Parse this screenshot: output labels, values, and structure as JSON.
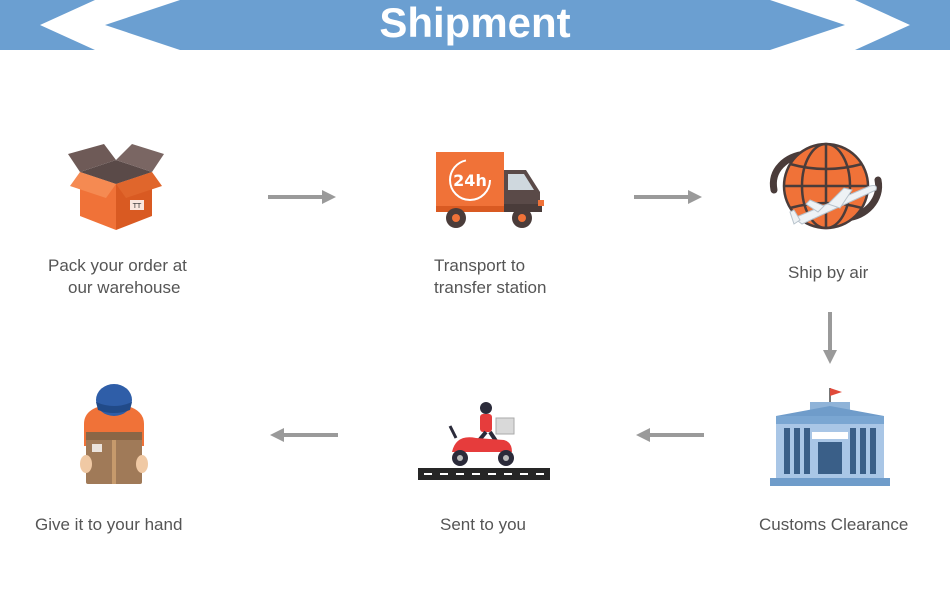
{
  "banner": {
    "title": "Shipment",
    "color": "#6b9fd1"
  },
  "steps": [
    {
      "label_line1": "Pack your order at",
      "label_line2": "our warehouse",
      "icon": "package-box-icon"
    },
    {
      "label_line1": "Transport to",
      "label_line2": "transfer station",
      "icon": "delivery-truck-24h-icon"
    },
    {
      "label_line1": "Ship by air",
      "icon": "globe-airplane-icon"
    },
    {
      "label_line1": "Customs Clearance",
      "icon": "customs-building-icon"
    },
    {
      "label_line1": "Sent to you",
      "icon": "courier-scooter-icon"
    },
    {
      "label_line1": "Give it to your hand",
      "icon": "courier-person-box-icon"
    }
  ],
  "colors": {
    "arrow": "#9a9a9a",
    "orange": "#f07238",
    "label": "#555555"
  }
}
